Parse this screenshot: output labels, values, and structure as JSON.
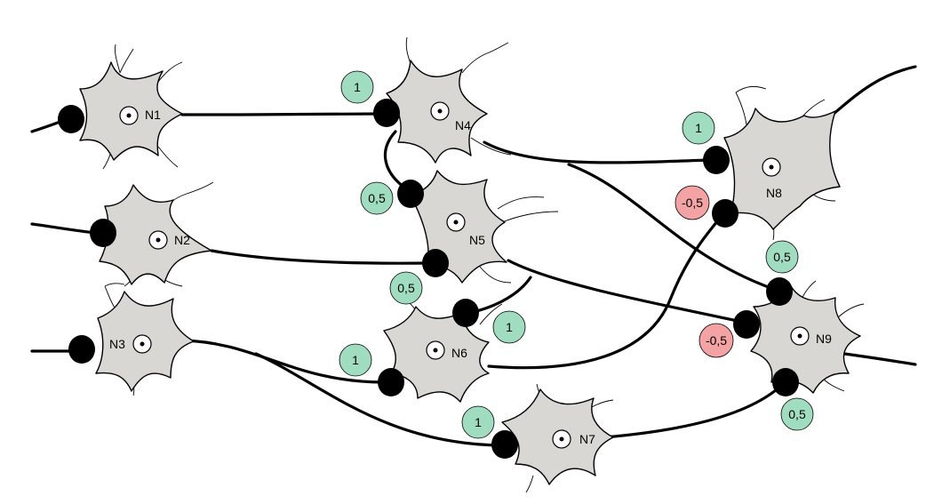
{
  "colors": {
    "soma": "#d9d7d3",
    "positive_weight": "#9fdcc0",
    "negative_weight": "#f3a3a3",
    "line": "#000000"
  },
  "neurons": [
    {
      "id": "N1",
      "label": "N1"
    },
    {
      "id": "N2",
      "label": "N2"
    },
    {
      "id": "N3",
      "label": "N3"
    },
    {
      "id": "N4",
      "label": "N4"
    },
    {
      "id": "N5",
      "label": "N5"
    },
    {
      "id": "N6",
      "label": "N6"
    },
    {
      "id": "N7",
      "label": "N7"
    },
    {
      "id": "N8",
      "label": "N8"
    },
    {
      "id": "N9",
      "label": "N9"
    }
  ],
  "weights": [
    {
      "id": "w-n1-n4",
      "label": "1",
      "sign": "positive"
    },
    {
      "id": "w-n4-n5",
      "label": "0,5",
      "sign": "positive"
    },
    {
      "id": "w-n2-n5",
      "label": "0,5",
      "sign": "positive"
    },
    {
      "id": "w-n5-n6",
      "label": "1",
      "sign": "positive"
    },
    {
      "id": "w-n3-n6",
      "label": "1",
      "sign": "positive"
    },
    {
      "id": "w-n3-n7",
      "label": "1",
      "sign": "positive"
    },
    {
      "id": "w-n4-n8",
      "label": "1",
      "sign": "positive"
    },
    {
      "id": "w-n6-n8",
      "label": "-0,5",
      "sign": "negative"
    },
    {
      "id": "w-n4-n9",
      "label": "0,5",
      "sign": "positive"
    },
    {
      "id": "w-n5-n9",
      "label": "-0,5",
      "sign": "negative"
    },
    {
      "id": "w-n7-n9",
      "label": "0,5",
      "sign": "positive"
    }
  ]
}
